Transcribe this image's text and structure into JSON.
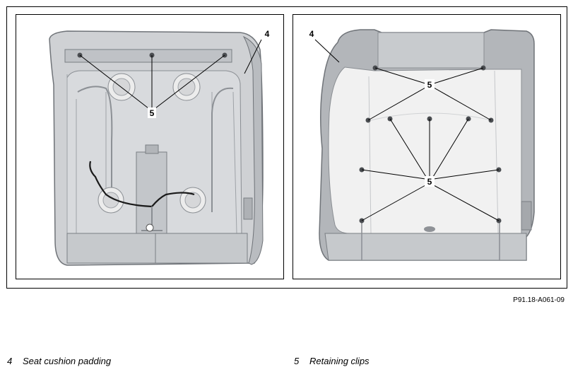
{
  "figure": {
    "reference": "P91.18-A061-09",
    "callouts": {
      "left_number_4": "4",
      "left_number_5": "5",
      "right_number_4": "4",
      "right_number_5_top": "5",
      "right_number_5_bottom": "5"
    }
  },
  "legend": [
    {
      "number": "4",
      "text": "Seat cushion padding"
    },
    {
      "number": "5",
      "text": "Retaining clips"
    }
  ]
}
